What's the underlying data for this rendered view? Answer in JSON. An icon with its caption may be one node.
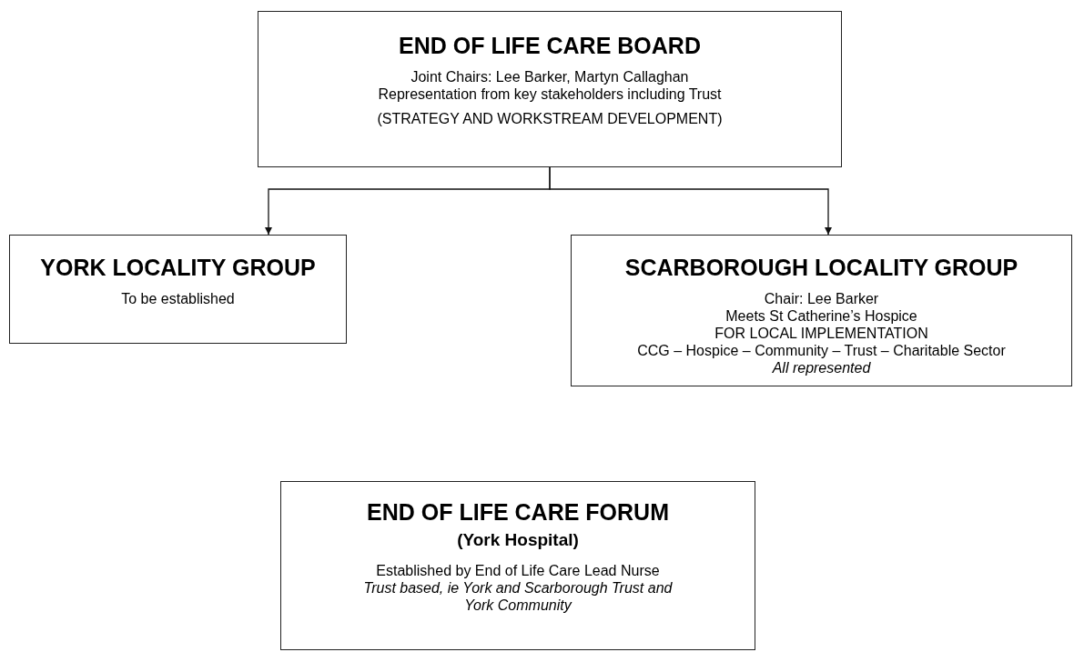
{
  "diagram": {
    "nodes": [
      {
        "text": [
          "END OF LIFE CARE BOARD",
          "Joint Chairs: Lee Barker, Martyn Callaghan",
          "Representation from key stakeholders including Trust",
          "(STRATEGY AND WORKSTREAM DEVELOPMENT)"
        ]
      },
      {
        "text": [
          "YORK LOCALITY GROUP",
          "To be established"
        ]
      },
      {
        "text": [
          "SCARBOROUGH LOCALITY GROUP",
          "Chair: Lee Barker",
          "Meets St Catherine’s Hospice",
          "FOR LOCAL IMPLEMENTATION",
          "CCG – Hospice – Community – Trust – Charitable Sector",
          "All represented"
        ]
      },
      {
        "text": [
          "END OF LIFE CARE FORUM",
          "(York Hospital)",
          "Established by End of Life Care Lead Nurse",
          "Trust based, ie York and Scarborough Trust and York Community"
        ]
      }
    ],
    "edges": [
      {
        "from": 0,
        "to": 1,
        "arrow": "to"
      },
      {
        "from": 0,
        "to": 2,
        "arrow": "to"
      }
    ]
  }
}
